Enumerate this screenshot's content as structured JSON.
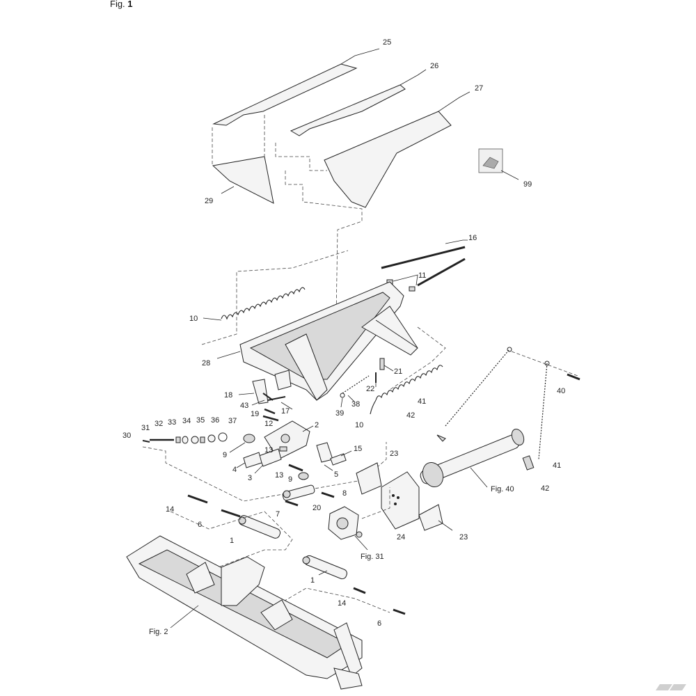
{
  "figure": {
    "prefix": "Fig. ",
    "number": "1"
  },
  "callouts": [
    {
      "label": "25"
    },
    {
      "label": "26"
    },
    {
      "label": "27"
    },
    {
      "label": "29"
    },
    {
      "label": "99"
    },
    {
      "label": "16"
    },
    {
      "label": "11"
    },
    {
      "label": "10"
    },
    {
      "label": "28"
    },
    {
      "label": "21"
    },
    {
      "label": "22"
    },
    {
      "label": "38"
    },
    {
      "label": "39"
    },
    {
      "label": "10"
    },
    {
      "label": "18"
    },
    {
      "label": "43"
    },
    {
      "label": "17"
    },
    {
      "label": "19"
    },
    {
      "label": "12"
    },
    {
      "label": "13"
    },
    {
      "label": "2"
    },
    {
      "label": "30"
    },
    {
      "label": "31"
    },
    {
      "label": "32"
    },
    {
      "label": "33"
    },
    {
      "label": "34"
    },
    {
      "label": "35"
    },
    {
      "label": "36"
    },
    {
      "label": "37"
    },
    {
      "label": "9"
    },
    {
      "label": "4"
    },
    {
      "label": "3"
    },
    {
      "label": "13"
    },
    {
      "label": "9"
    },
    {
      "label": "15"
    },
    {
      "label": "5"
    },
    {
      "label": "8"
    },
    {
      "label": "7"
    },
    {
      "label": "20"
    },
    {
      "label": "41"
    },
    {
      "label": "42"
    },
    {
      "label": "40"
    },
    {
      "label": "41"
    },
    {
      "label": "42"
    },
    {
      "label": "23"
    },
    {
      "label": "24"
    },
    {
      "label": "23"
    },
    {
      "label": "Fig. 40"
    },
    {
      "label": "14"
    },
    {
      "label": "6"
    },
    {
      "label": "1"
    },
    {
      "label": "Fig. 31"
    },
    {
      "label": "1"
    },
    {
      "label": "14"
    },
    {
      "label": "6"
    },
    {
      "label": "Fig. 2"
    }
  ],
  "icons": {
    "manual": "instruction-manual-icon",
    "logo": "brand-logo-icon"
  }
}
